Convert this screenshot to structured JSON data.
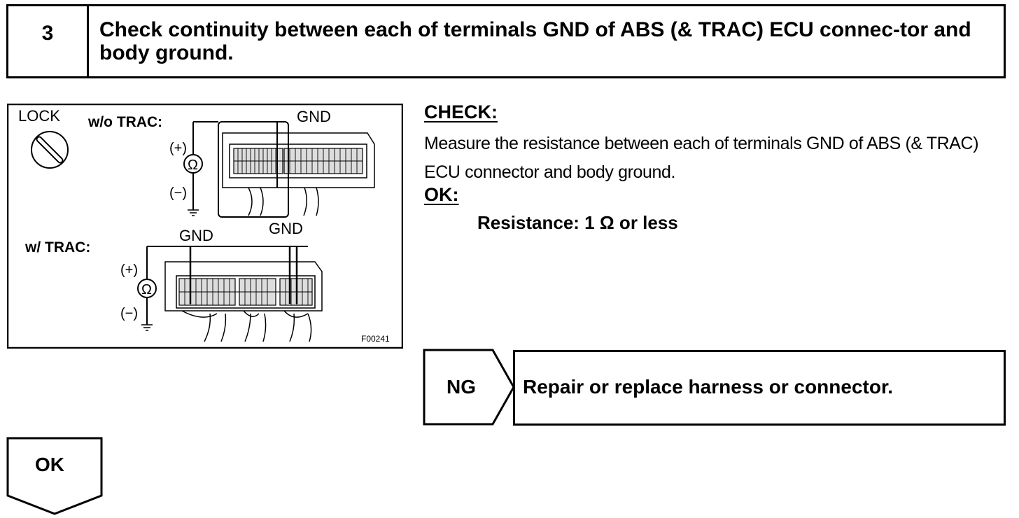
{
  "step": {
    "number": "3",
    "title": "Check continuity between each of terminals GND of ABS (& TRAC) ECU connec-tor and body ground."
  },
  "diagram": {
    "lock_label": "LOCK",
    "wo_trac_label": "w/o TRAC:",
    "w_trac_label": "w/ TRAC:",
    "gnd_top": "GND",
    "gnd_mid_right": "GND",
    "gnd_mid_left": "GND",
    "plus_1": "(+)",
    "minus_1": "(−)",
    "plus_2": "(+)",
    "minus_2": "(−)",
    "ohm_1": "Ω",
    "ohm_2": "Ω",
    "figure_id": "F00241"
  },
  "check": {
    "heading": "CHECK:",
    "text": "Measure the resistance between each of terminals GND of ABS (& TRAC) ECU connector and body ground."
  },
  "ok": {
    "heading": "OK:",
    "spec": "Resistance: 1 Ω or less"
  },
  "ng": {
    "label": "NG",
    "action": "Repair or replace harness or connector."
  },
  "ok_result": {
    "label": "OK"
  }
}
